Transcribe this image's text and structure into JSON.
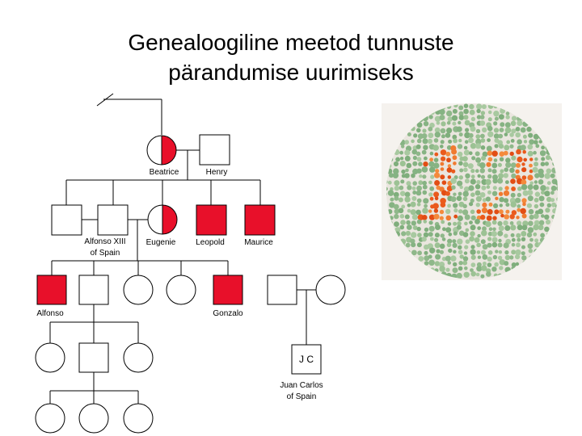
{
  "slide": {
    "title_line1": "Genealoogiline meetod tunnuste",
    "title_line2": "pärandumise uurimiseks"
  },
  "colors": {
    "affected": "#e8102a",
    "plate_bg": "#f3eee8",
    "plate_green": "#8fb88a",
    "plate_orange": "#ea5a1c"
  },
  "pedigree": {
    "labels": {
      "beatrice": "Beatrice",
      "henry": "Henry",
      "alfonso_xiii_line1": "Alfonso XIII",
      "alfonso_xiii_line2": "of Spain",
      "eugenie": "Eugenie",
      "leopold": "Leopold",
      "maurice": "Maurice",
      "alfonso": "Alfonso",
      "gonzalo": "Gonzalo",
      "jc_box": "J C",
      "juan_carlos_line1": "Juan Carlos",
      "juan_carlos_line2": "of Spain"
    }
  },
  "color_plate": {
    "number": "12",
    "icon": "ishihara-color-blindness-plate"
  }
}
